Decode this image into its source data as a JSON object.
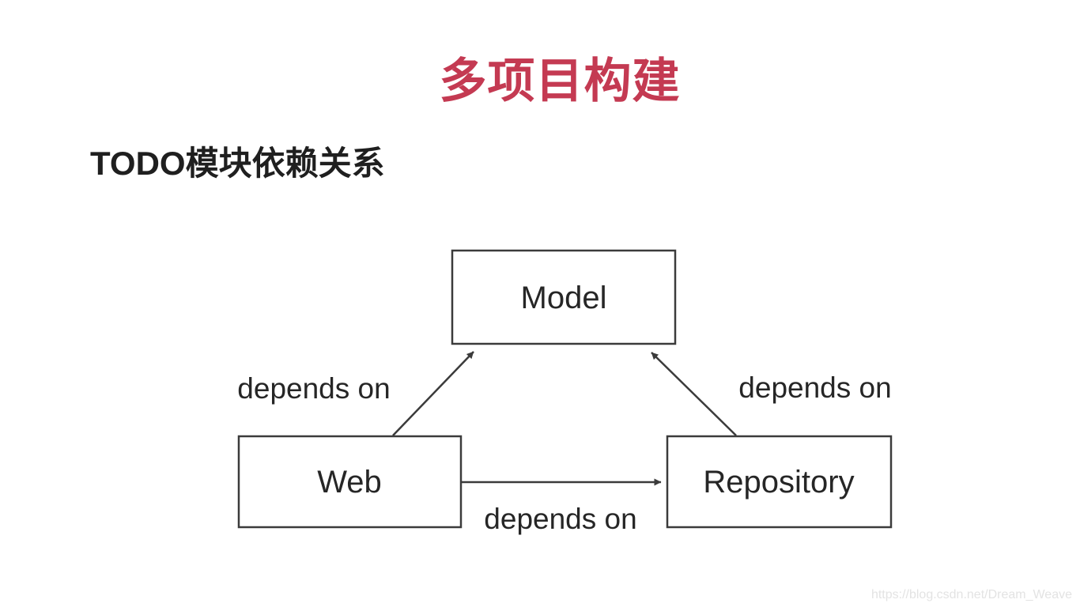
{
  "slide": {
    "title": "多项目构建",
    "subtitle": "TODO模块依赖关系",
    "accent_color": "#c43a52",
    "text_color": "#1f1f1f",
    "background_color": "#ffffff"
  },
  "diagram": {
    "nodes": [
      {
        "id": "model",
        "label": "Model"
      },
      {
        "id": "web",
        "label": "Web"
      },
      {
        "id": "repository",
        "label": "Repository"
      }
    ],
    "edges": [
      {
        "from": "web",
        "to": "model",
        "label": "depends on"
      },
      {
        "from": "repository",
        "to": "model",
        "label": "depends on"
      },
      {
        "from": "web",
        "to": "repository",
        "label": "depends on"
      }
    ]
  },
  "watermark": {
    "text": "https://blog.csdn.net/Dream_Weave"
  }
}
